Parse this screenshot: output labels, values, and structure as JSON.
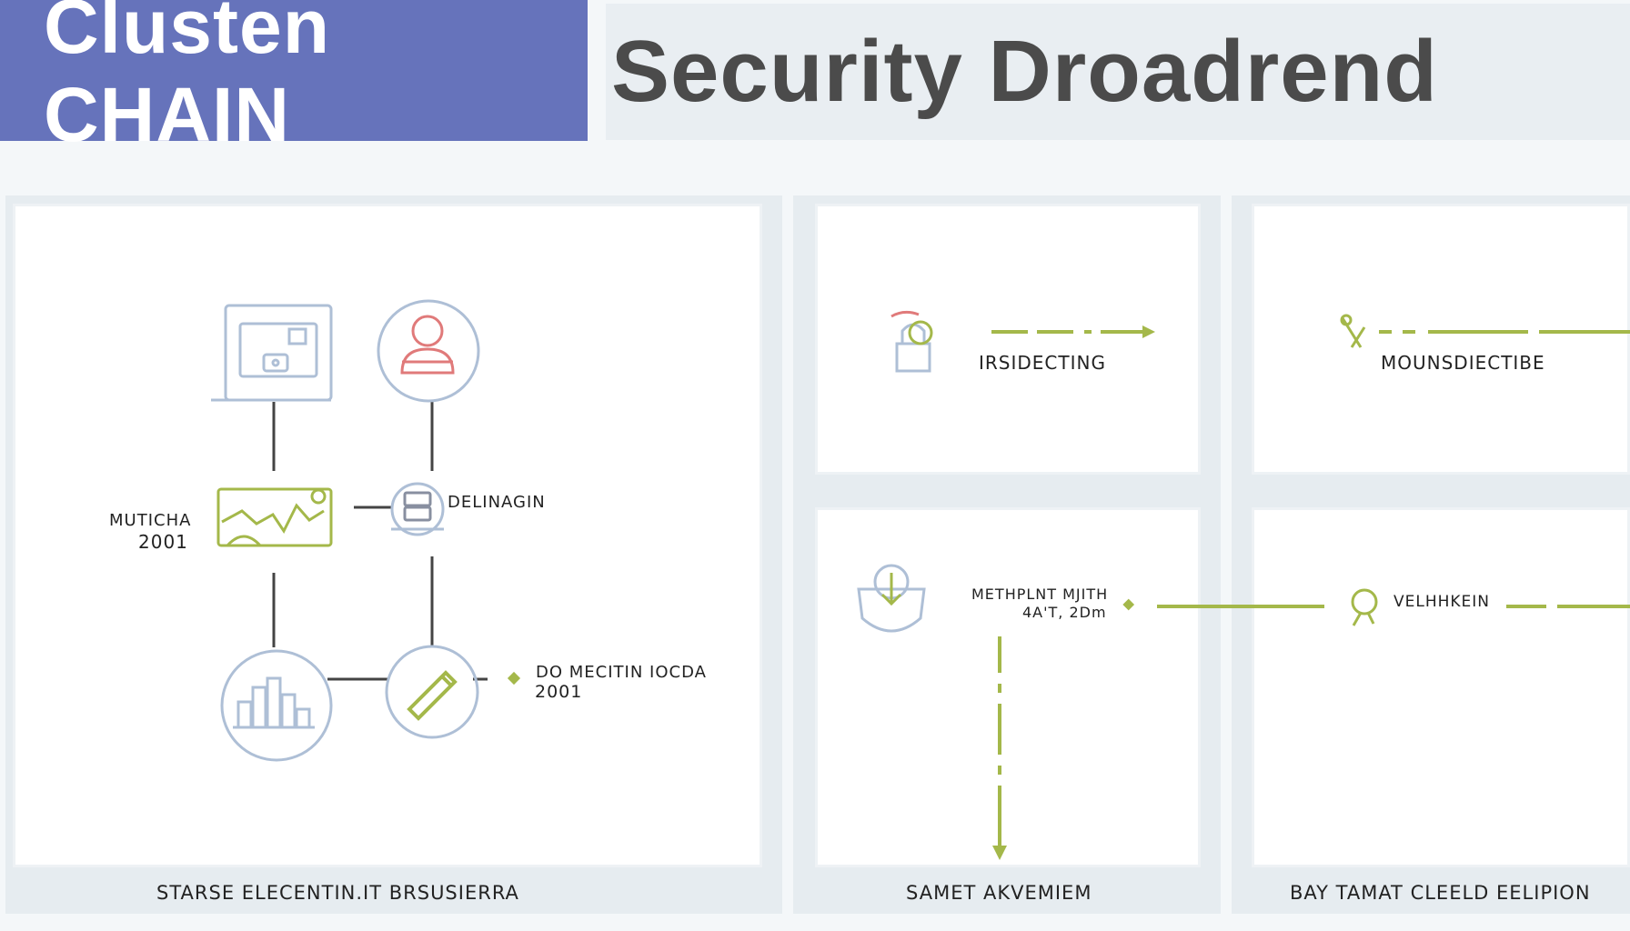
{
  "header": {
    "left_title": "Clusten CHAIN",
    "right_title": "Security Droadrend"
  },
  "left_panel": {
    "node_label_1": "MUTICHA",
    "node_year_1": "2001",
    "node_label_2": "DELINAGIN",
    "node_label_3": "DO MECITIN IOCDA",
    "node_year_3": "2001",
    "caption": "STARSE ELECENTIN.IT BRSUSIERRA"
  },
  "middle_panel": {
    "label_top": "IRSIDECTING",
    "label_bottom_line1": "METHPLNT  MJITH",
    "label_bottom_line2": "4A'T, 2Dm",
    "caption": "SAMET AKVEMIEM"
  },
  "right_panel": {
    "label_top": "MOUNSDIECTIBE",
    "label_bottom": "VELHHKEIN",
    "caption": "BAY TAMAT CLEELD EELIPION"
  },
  "colors": {
    "header_left_bg": "#6673bb",
    "header_right_bg": "#e9eef2",
    "accent_green": "#a4b84a",
    "icon_blue": "#aebfd6",
    "icon_red": "#e07a7a",
    "line_dark": "#444444"
  },
  "icons": [
    "floppy-disk-icon",
    "user-icon",
    "chart-card-icon",
    "server-icon",
    "bar-chart-icon",
    "pencil-icon",
    "lock-icon",
    "download-shield-icon",
    "tools-icon",
    "badge-icon"
  ]
}
